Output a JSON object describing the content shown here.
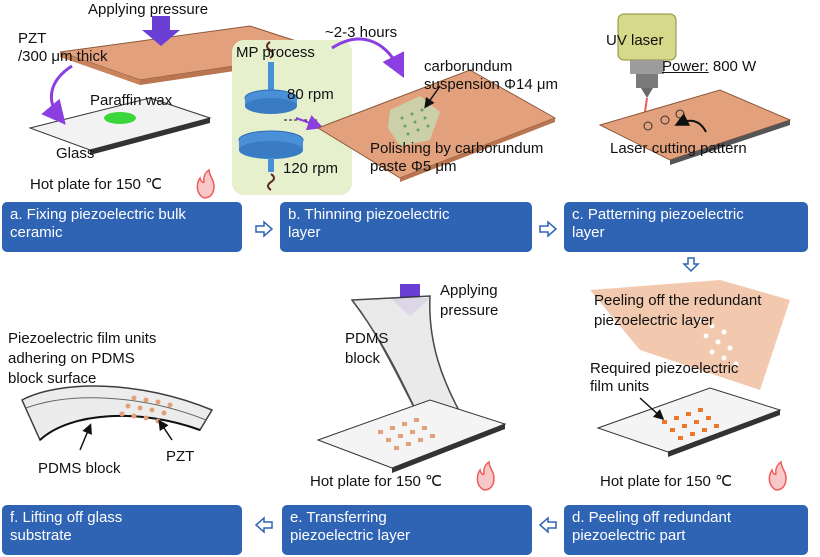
{
  "colors": {
    "step_bg": "#2f63b4",
    "arrow": "#8b3fe0",
    "pzt": "#e3a07c",
    "mp_panel": "#e6f0cc",
    "glass": "#f2f2f2",
    "flame": "#f05a5a"
  },
  "panel_a": {
    "applying_pressure": "Applying pressure",
    "pzt_line1": "PZT",
    "pzt_line2": "/300 μm thick",
    "paraffin": "Paraffin wax",
    "glass": "Glass",
    "hot_plate": "Hot plate for 150 ℃",
    "step_line1": "a. Fixing piezoelectric bulk",
    "step_line2": "ceramic"
  },
  "panel_b": {
    "mp_process": "MP process",
    "hours": "~2-3 hours",
    "rpm_top": "80 rpm",
    "rpm_bottom": "120 rpm",
    "suspension_line1": "carborundum",
    "suspension_line2": "suspension Φ14 μm",
    "polish_line1": "Polishing by carborundum",
    "polish_line2": "paste Φ5 μm",
    "step_line1": "b. Thinning piezoelectric",
    "step_line2": "layer"
  },
  "panel_c": {
    "uv_laser": "UV laser",
    "power_label": "Power:",
    "power_value": " 800 W",
    "cutting": "Laser cutting pattern",
    "step_line1": "c. Patterning piezoelectric",
    "step_line2": "layer"
  },
  "panel_d": {
    "peel_line1": "Peeling off the redundant",
    "peel_line2": "piezoelectric layer",
    "required_line1": "Required piezoelectric",
    "required_line2": "film units",
    "hot_plate": "Hot plate for 150 ℃",
    "step_line1": "d. Peeling off redundant",
    "step_line2": "piezoelectric part"
  },
  "panel_e": {
    "applying_line1": "Applying",
    "applying_line2": "pressure",
    "pdms_line1": "PDMS",
    "pdms_line2": "block",
    "hot_plate": "Hot plate for 150 ℃",
    "step_line1": "e. Transferring",
    "step_line2": "piezoelectric layer"
  },
  "panel_f": {
    "units_line1": "Piezoelectric film units",
    "units_line2": "adhering on PDMS",
    "units_line3": "block surface",
    "pdms_block": "PDMS block",
    "pzt": "PZT",
    "step_line1": "f. Lifting off glass",
    "step_line2": "substrate"
  }
}
